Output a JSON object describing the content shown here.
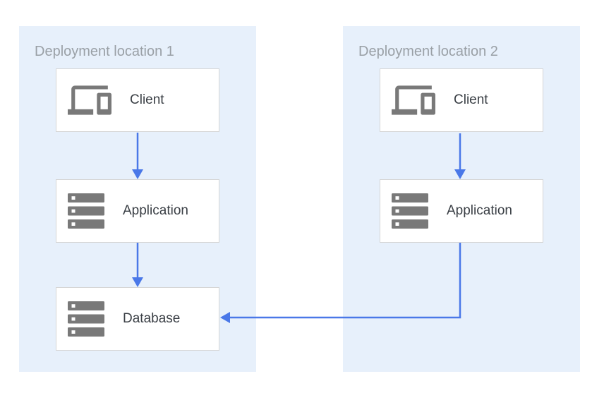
{
  "diagram_title": "",
  "colors": {
    "region_bg": "#e7f0fb",
    "arrow": "#4a78e8",
    "box_border": "#d5d5d5",
    "box_bg": "#ffffff",
    "icon_gray": "#797979",
    "title_gray": "#9aa0a6",
    "label_dark": "#3a3f45",
    "canvas_bg": "#ffffff"
  },
  "regions": [
    {
      "title": "Deployment location 1",
      "nodes": [
        {
          "label": "Client",
          "icon": "devices-icon"
        },
        {
          "label": "Application",
          "icon": "server-stack-icon"
        },
        {
          "label": "Database",
          "icon": "server-stack-icon"
        }
      ]
    },
    {
      "title": "Deployment location 2",
      "nodes": [
        {
          "label": "Client",
          "icon": "devices-icon"
        },
        {
          "label": "Application",
          "icon": "server-stack-icon"
        }
      ]
    }
  ],
  "connections": [
    {
      "from": "location-1-client",
      "to": "location-1-application",
      "direction": "down"
    },
    {
      "from": "location-1-application",
      "to": "location-1-database",
      "direction": "down"
    },
    {
      "from": "location-2-client",
      "to": "location-2-application",
      "direction": "down"
    },
    {
      "from": "location-2-application",
      "to": "location-1-database",
      "direction": "down-then-left"
    }
  ]
}
